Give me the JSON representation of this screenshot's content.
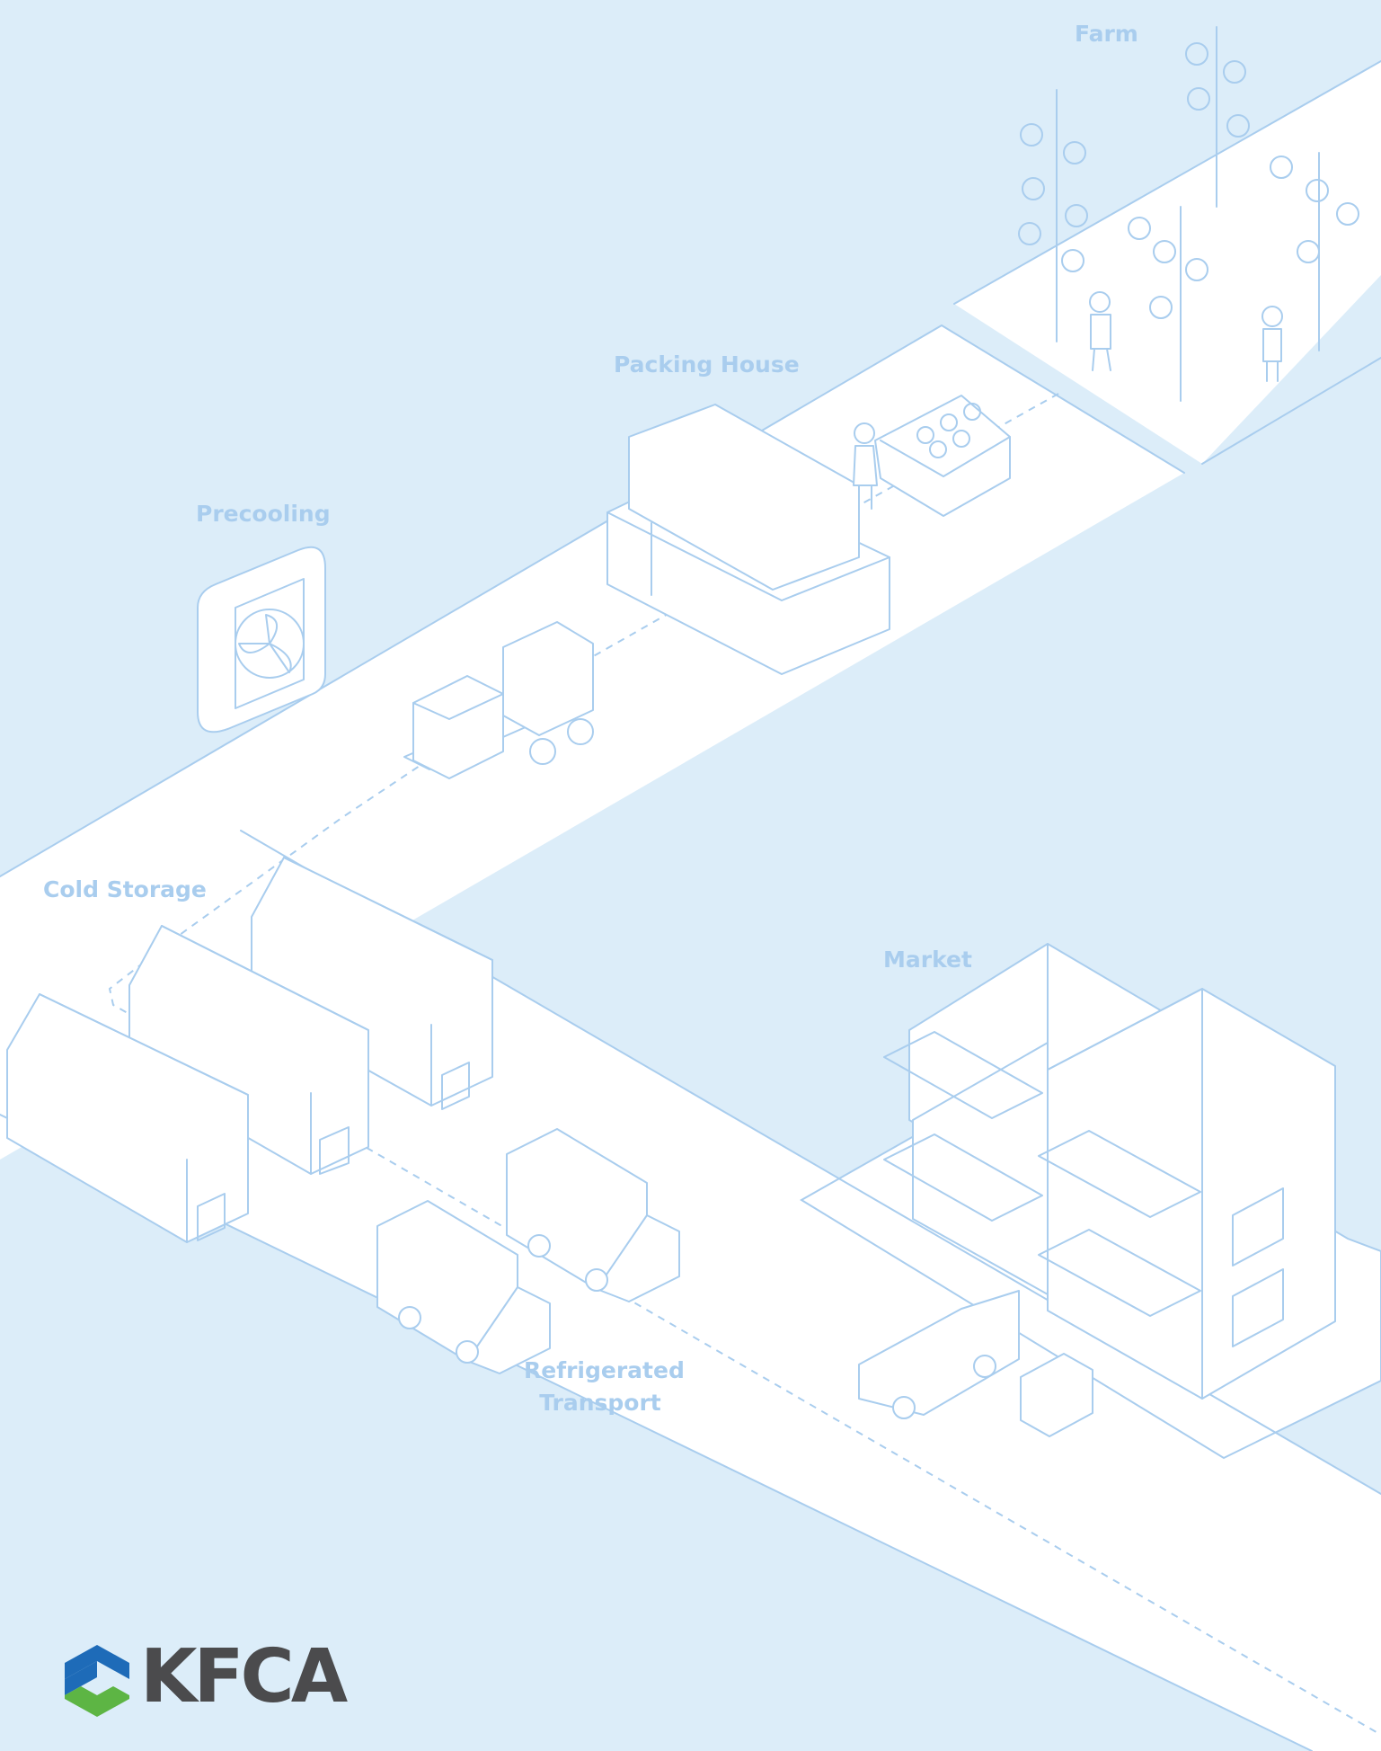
{
  "stages": {
    "farm": "Farm",
    "packing_house": "Packing House",
    "precooling": "Precooling",
    "cold_storage": "Cold Storage",
    "market": "Market",
    "refrigerated_transport_line1": "Refrigerated",
    "refrigerated_transport_line2": "Transport"
  },
  "logo": {
    "wordmark": "KFCA"
  },
  "colors": {
    "background": "#dcedf9",
    "road": "#ffffff",
    "outline": "#a9cdee",
    "logo_blue": "#1e6bb8",
    "logo_green": "#5db544",
    "logo_gray": "#4b4b4d"
  },
  "icons": [
    "fan-icon",
    "box-icon",
    "forklift-icon",
    "warehouse-icon",
    "truck-icon",
    "tree-icon",
    "worker-icon",
    "shop-building-icon",
    "logo-icon"
  ]
}
